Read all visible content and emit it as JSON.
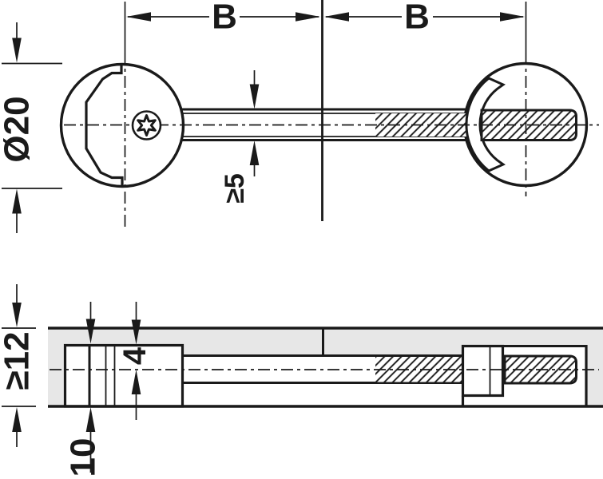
{
  "drawing": {
    "description": "Technical drawing of a double-ended furniture connector bolt: plan view (top) with two Ø20 cam housings joined by a partly threaded bolt, and a cross-section (bottom) of the bolt installed in a panel",
    "labels": {
      "span_left": "B",
      "span_right": "B",
      "housing_diameter": "Ø20",
      "bolt_diameter_min": "≥5",
      "panel_thickness_min": "≥12",
      "drill_depth": "10",
      "axis_offset": "4"
    },
    "colors": {
      "line": "#1a1a1a",
      "panel_fill": "#e7e7e7",
      "background": "#ffffff"
    }
  }
}
